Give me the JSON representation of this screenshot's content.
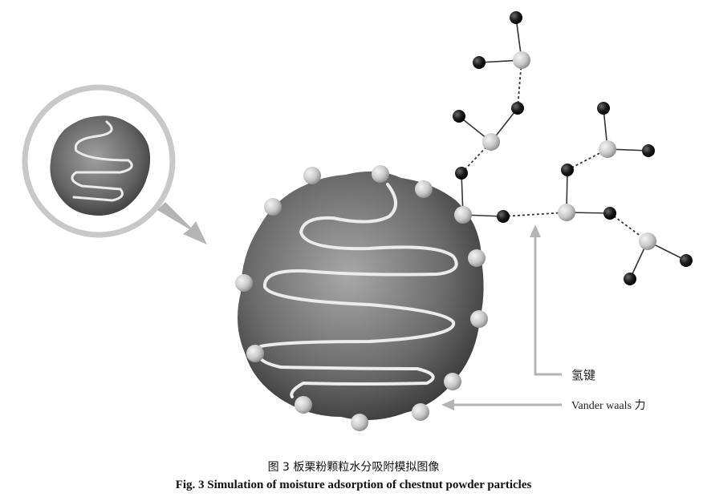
{
  "labels": {
    "hydrogen_bond": "氢键",
    "van_der_waals": "Vander waals 力"
  },
  "caption": {
    "cn": "图 3    板栗粉颗粒水分吸附模拟图像",
    "en": "Fig. 3    Simulation of moisture adsorption of chestnut powder particles"
  },
  "colors": {
    "particle_dark": "#3a3a3a",
    "particle_light": "#a8a8a8",
    "atom_dark": "#111111",
    "atom_light": "#d8d8d8",
    "arrow": "#b4b4b4",
    "ring": "#c8c8c8"
  }
}
